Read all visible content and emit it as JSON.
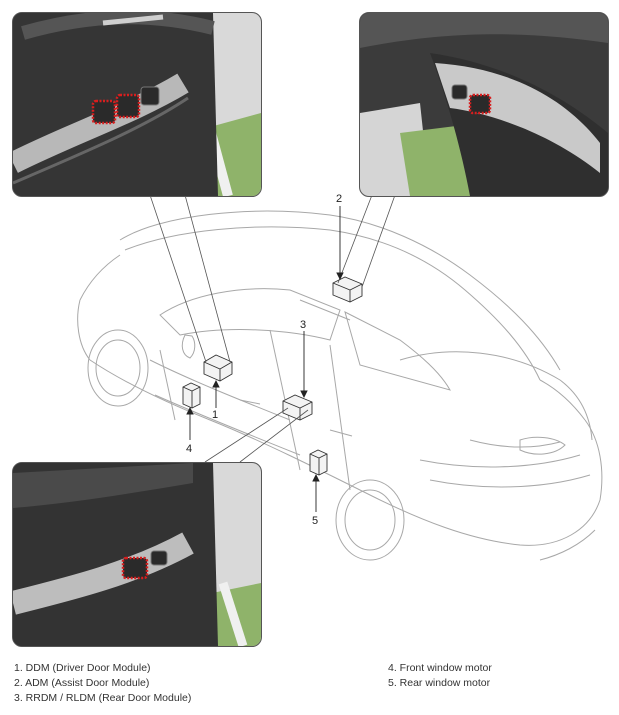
{
  "callouts": {
    "n1": "1",
    "n2": "2",
    "n3": "3",
    "n4": "4",
    "n5": "5"
  },
  "legend": {
    "left": [
      "1. DDM (Driver Door Module)",
      "2. ADM (Assist Door Module)",
      "3. RRDM / RLDM (Rear Door Module)"
    ],
    "right": [
      "4. Front window motor",
      "5. Rear window motor"
    ]
  },
  "colors": {
    "line": "#9a9a9a",
    "door_panel": "#3a3a3a",
    "trim": "#bdbdbd",
    "highlight": "#d81e1e",
    "ground": "#8fb36a"
  }
}
